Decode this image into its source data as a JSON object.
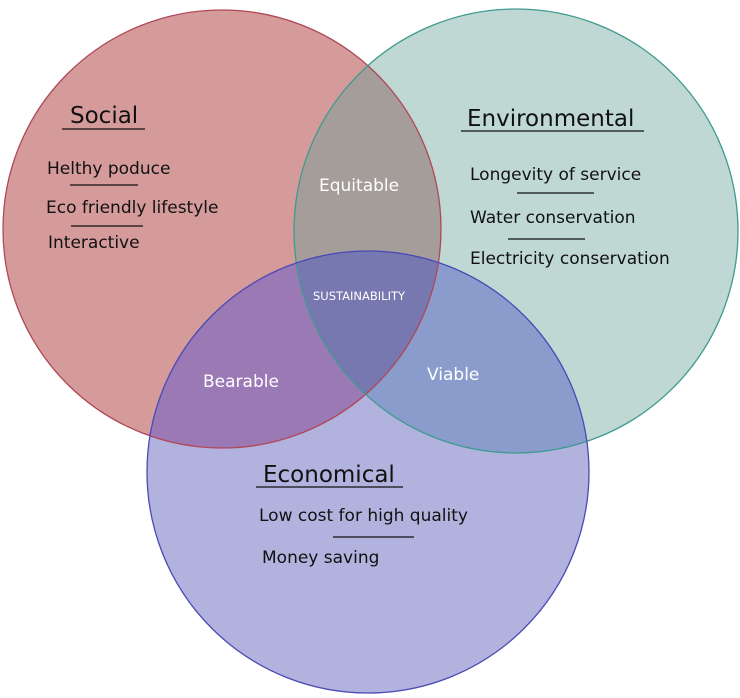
{
  "colors": {
    "social": "#d59b9b",
    "environmental": "#c0d8d4",
    "economical": "#b2b2de",
    "social_env": "#a49d99",
    "social_econ": "#9a79b5",
    "env_econ": "#8a9ccb",
    "center": "#7878b1",
    "social_stroke": "#b04858",
    "env_stroke": "#3f9a90",
    "econ_stroke": "#4a4ab5"
  },
  "social": {
    "title": "Social",
    "items": [
      "Helthy poduce",
      "Eco friendly lifestyle",
      "Interactive"
    ]
  },
  "environmental": {
    "title": "Environmental",
    "items": [
      "Longevity of service",
      "Water conservation",
      "Electricity conservation"
    ]
  },
  "economical": {
    "title": "Economical",
    "items": [
      "Low cost for high quality",
      "Money saving"
    ]
  },
  "overlaps": {
    "social_env": "Equitable",
    "social_econ": "Bearable",
    "env_econ": "Viable",
    "center": "SUSTAINABILITY"
  }
}
